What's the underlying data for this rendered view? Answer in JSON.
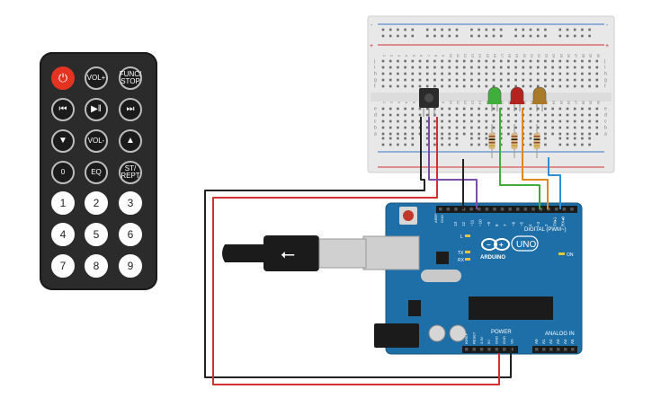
{
  "remote": {
    "buttons": [
      {
        "id": "power",
        "label": "⏻",
        "name": "power-button"
      },
      {
        "id": "vol_up",
        "label": "VOL+",
        "name": "vol-up-button"
      },
      {
        "id": "func_stop",
        "label": "FUNC/ STOP",
        "name": "func-stop-button"
      },
      {
        "id": "prev",
        "label": "⏮",
        "name": "previous-button"
      },
      {
        "id": "play_pause",
        "label": "▶‖",
        "name": "play-pause-button"
      },
      {
        "id": "next",
        "label": "⏭",
        "name": "next-button"
      },
      {
        "id": "down",
        "label": "▼",
        "name": "down-button"
      },
      {
        "id": "vol_down",
        "label": "VOL-",
        "name": "vol-down-button"
      },
      {
        "id": "up",
        "label": "▲",
        "name": "up-button"
      },
      {
        "id": "zero",
        "label": "0",
        "name": "digit-0-button"
      },
      {
        "id": "eq",
        "label": "EQ",
        "name": "eq-button"
      },
      {
        "id": "st_rept",
        "label": "ST/ REPT",
        "name": "st-rept-button"
      },
      {
        "id": "one",
        "label": "1",
        "name": "digit-1-button"
      },
      {
        "id": "two",
        "label": "2",
        "name": "digit-2-button"
      },
      {
        "id": "three",
        "label": "3",
        "name": "digit-3-button"
      },
      {
        "id": "four",
        "label": "4",
        "name": "digit-4-button"
      },
      {
        "id": "five",
        "label": "5",
        "name": "digit-5-button"
      },
      {
        "id": "six",
        "label": "6",
        "name": "digit-6-button"
      },
      {
        "id": "seven",
        "label": "7",
        "name": "digit-7-button"
      },
      {
        "id": "eight",
        "label": "8",
        "name": "digit-8-button"
      },
      {
        "id": "nine",
        "label": "9",
        "name": "digit-9-button"
      }
    ]
  },
  "arduino": {
    "logo_text": "ARDUINO",
    "model": "UNO",
    "digital_label": "DIGITAL (PWM~)",
    "power_label": "POWER",
    "analog_label": "ANALOG IN",
    "aref_label": "AREF",
    "gnd_label": "GND",
    "on_label": "ON",
    "led_l_label": "L",
    "tx_label": "TX",
    "rx_label": "RX",
    "digital_pins": [
      "13",
      "12",
      "~11",
      "~10",
      "~9",
      "8",
      "7",
      "~6",
      "~5",
      "4",
      "~3",
      "2",
      "TX▸1",
      "RX◂0"
    ],
    "power_pins": [
      "IOREF",
      "RESET",
      "3.3V",
      "5V",
      "GND",
      "GND",
      "Vin"
    ],
    "analog_pins": [
      "A0",
      "A1",
      "A2",
      "A3",
      "A4",
      "A5"
    ]
  },
  "breadboard": {
    "column_numbers": [
      "1",
      "2",
      "3",
      "4",
      "5",
      "6",
      "7",
      "8",
      "9",
      "10",
      "11",
      "12",
      "13",
      "14",
      "15",
      "16",
      "17",
      "18",
      "19",
      "20",
      "21",
      "22",
      "23",
      "24",
      "25",
      "26",
      "27",
      "28",
      "29",
      "30"
    ],
    "row_letters_top": [
      "j",
      "i",
      "h",
      "g",
      "f"
    ],
    "row_letters_bottom": [
      "e",
      "d",
      "c",
      "b",
      "a"
    ],
    "rail_plus": "+",
    "rail_minus": "-"
  },
  "leds": [
    {
      "color_name": "green",
      "color": "#3fae3a"
    },
    {
      "color_name": "red",
      "color": "#b3241e"
    },
    {
      "color_name": "yellow",
      "color": "#a87a2a"
    }
  ],
  "wires": {
    "red": "#d32f2f",
    "black": "#222222",
    "purple": "#7b4fa8",
    "green": "#3fae3a",
    "orange": "#e0891a",
    "blue": "#2f8fd6"
  }
}
